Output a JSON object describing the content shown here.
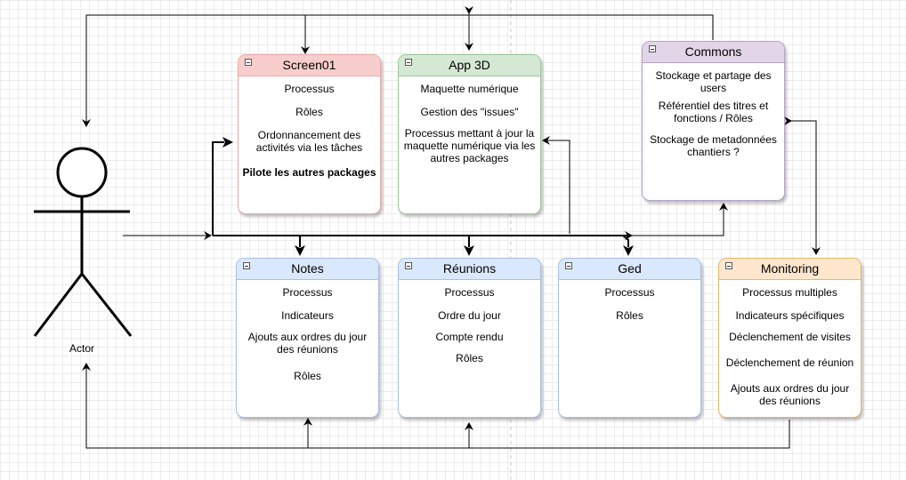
{
  "actor": {
    "label": "Actor"
  },
  "packages": {
    "screen01": {
      "title": "Screen01",
      "items": [
        "Processus",
        "Rôles",
        "Ordonnancement des activités via les tâches",
        "Pilote les autres packages"
      ]
    },
    "app3d": {
      "title": "App 3D",
      "items": [
        "Maquette numérique",
        "Gestion des \"issues\"",
        "Processus mettant à jour la maquette numérique via les autres packages"
      ]
    },
    "commons": {
      "title": "Commons",
      "items": [
        "Stockage et partage des users",
        "Référentiel des titres et fonctions / Rôles",
        "Stockage de metadonnées chantiers ?"
      ]
    },
    "notes": {
      "title": "Notes",
      "items": [
        "Processus",
        "Indicateurs",
        "Ajouts aux ordres du jour des réunions",
        "Rôles"
      ]
    },
    "reunions": {
      "title": "Réunions",
      "items": [
        "Processus",
        "Ordre du jour",
        "Compte rendu",
        "Rôles"
      ]
    },
    "ged": {
      "title": "Ged",
      "items": [
        "Processus",
        "Rôles"
      ]
    },
    "monitoring": {
      "title": "Monitoring",
      "items": [
        "Processus multiples",
        "Indicateurs spécifiques",
        "Déclenchement de visites",
        "Déclenchement de réunion",
        "Ajouts aux ordres du jour des réunions"
      ]
    }
  },
  "colors": {
    "red_header": "#f8cecc",
    "red_border": "#e8a9a7",
    "green_header": "#d5e8d4",
    "green_border": "#9cc89a",
    "purple_header": "#e1d5e7",
    "purple_border": "#b5a3c4",
    "blue_header": "#dae8fc",
    "blue_border": "#a8c0e0",
    "orange_header": "#ffe6cc",
    "orange_border": "#e2b86a"
  }
}
